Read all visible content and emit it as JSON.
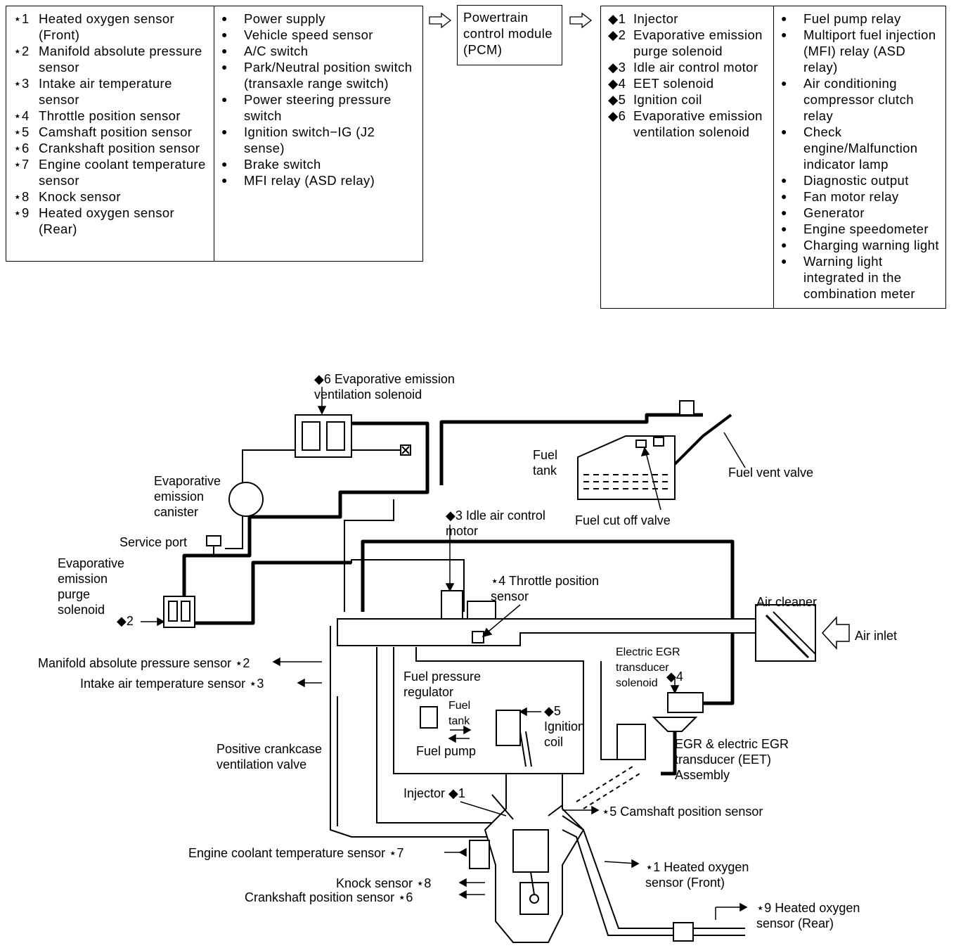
{
  "sensors": [
    {
      "mark": "⋆1",
      "label": "Heated oxygen sensor (Front)"
    },
    {
      "mark": "⋆2",
      "label": "Manifold absolute pressure sensor"
    },
    {
      "mark": "⋆3",
      "label": "Intake air temperature sensor"
    },
    {
      "mark": "⋆4",
      "label": "Throttle position sensor"
    },
    {
      "mark": "⋆5",
      "label": "Camshaft position sensor"
    },
    {
      "mark": "⋆6",
      "label": "Crankshaft position sensor"
    },
    {
      "mark": "⋆7",
      "label": "Engine coolant temperature sensor"
    },
    {
      "mark": "⋆8",
      "label": "Knock sensor"
    },
    {
      "mark": "⋆9",
      "label": "Heated oxygen sensor (Rear)"
    }
  ],
  "inputs": [
    "Power supply",
    "Vehicle speed sensor",
    "A/C switch",
    "Park/Neutral position switch (transaxle range switch)",
    "Power steering pressure switch",
    "Ignition switch−IG (J2 sense)",
    "Brake switch",
    "MFI relay (ASD relay)"
  ],
  "pcm": "Powertrain control module (PCM)",
  "actuators": [
    {
      "mark": "◆1",
      "label": "Injector"
    },
    {
      "mark": "◆2",
      "label": "Evaporative emission purge solenoid"
    },
    {
      "mark": "◆3",
      "label": "Idle air control motor"
    },
    {
      "mark": "◆4",
      "label": "EET solenoid"
    },
    {
      "mark": "◆5",
      "label": "Ignition coil"
    },
    {
      "mark": "◆6",
      "label": "Evaporative emission ventilation solenoid"
    }
  ],
  "outputs": [
    "Fuel pump relay",
    "Multiport fuel injection (MFI) relay (ASD relay)",
    "Air conditioning compressor clutch relay",
    "Check engine/Malfunction indicator lamp",
    "Diagnostic output",
    "Fan motor relay",
    "Generator",
    "Engine speedometer",
    "Charging warning light",
    "Warning light integrated in the combination meter"
  ],
  "diagram": {
    "evap_vent_solenoid": "◆6 Evaporative emission ventilation solenoid",
    "evap_canister": "Evaporative emission canister",
    "service_port": "Service port",
    "evap_purge_solenoid": "Evaporative emission purge solenoid",
    "purge_mark": "◆2",
    "fuel_tank": "Fuel tank",
    "fuel_vent_valve": "Fuel vent valve",
    "fuel_cut_off_valve": "Fuel cut off valve",
    "idle_air_control_motor": "◆3 Idle air control motor",
    "throttle_position_sensor": "⋆4 Throttle position sensor",
    "air_cleaner": "Air cleaner",
    "air_inlet": "Air inlet",
    "map_sensor": "Manifold absolute pressure sensor ⋆2",
    "iat_sensor": "Intake air temperature sensor ⋆3",
    "fuel_pressure_regulator": "Fuel pressure regulator",
    "fuel_tank_small": "Fuel tank",
    "fuel_pump": "Fuel pump",
    "ignition_coil": "◆5 Ignition coil",
    "eet_solenoid": "Electric EGR transducer solenoid",
    "eet_mark": "◆4",
    "egr_assembly": "EGR & electric EGR transducer (EET) Assembly",
    "pcv_valve": "Positive crankcase ventilation valve",
    "injector": "Injector ◆1",
    "camshaft_sensor": "⋆5 Camshaft position sensor",
    "ect_sensor": "Engine coolant temperature sensor ⋆7",
    "ho2s_front": "⋆1 Heated oxygen sensor (Front)",
    "knock_sensor": "Knock sensor ⋆8",
    "ckp_sensor": "Crankshaft position sensor ⋆6",
    "ho2s_rear": "⋆9 Heated oxygen sensor (Rear)"
  }
}
